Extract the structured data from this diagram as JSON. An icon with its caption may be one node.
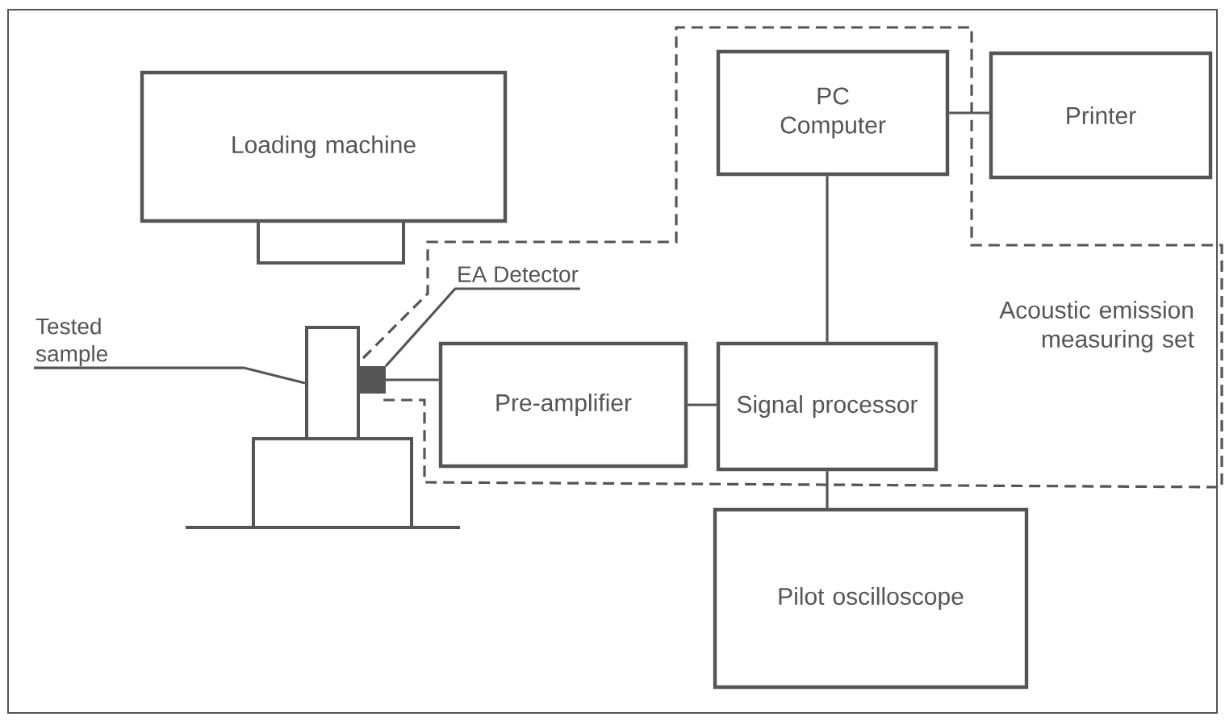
{
  "diagram": {
    "nodes": [
      {
        "text": [
          "Loading machine"
        ]
      },
      {
        "text": [
          "Acoustic emission measuring set"
        ]
      },
      {
        "text": [
          "PC Computer"
        ]
      },
      {
        "text": [
          "Printer"
        ]
      },
      {
        "text": [
          "Pre-amplifier"
        ]
      },
      {
        "text": [
          "Signal processor"
        ]
      },
      {
        "text": [
          "Pilot oscilloscope"
        ]
      },
      {
        "text": [
          "Tested sample"
        ]
      },
      {
        "text": [],
        "shape": "box"
      },
      {
        "text": [
          "EA Detector"
        ]
      },
      {
        "text": [],
        "shape": "box"
      }
    ],
    "edges": [
      {
        "from": 7,
        "to": 8,
        "arrow": "none"
      },
      {
        "from": 9,
        "to": 10,
        "arrow": "none"
      },
      {
        "from": 10,
        "to": 4,
        "arrow": "none"
      },
      {
        "from": 4,
        "to": 5,
        "arrow": "none"
      },
      {
        "from": 5,
        "to": 2,
        "arrow": "none"
      },
      {
        "from": 2,
        "to": 3,
        "arrow": "none"
      },
      {
        "from": 5,
        "to": 6,
        "arrow": "none"
      }
    ]
  }
}
